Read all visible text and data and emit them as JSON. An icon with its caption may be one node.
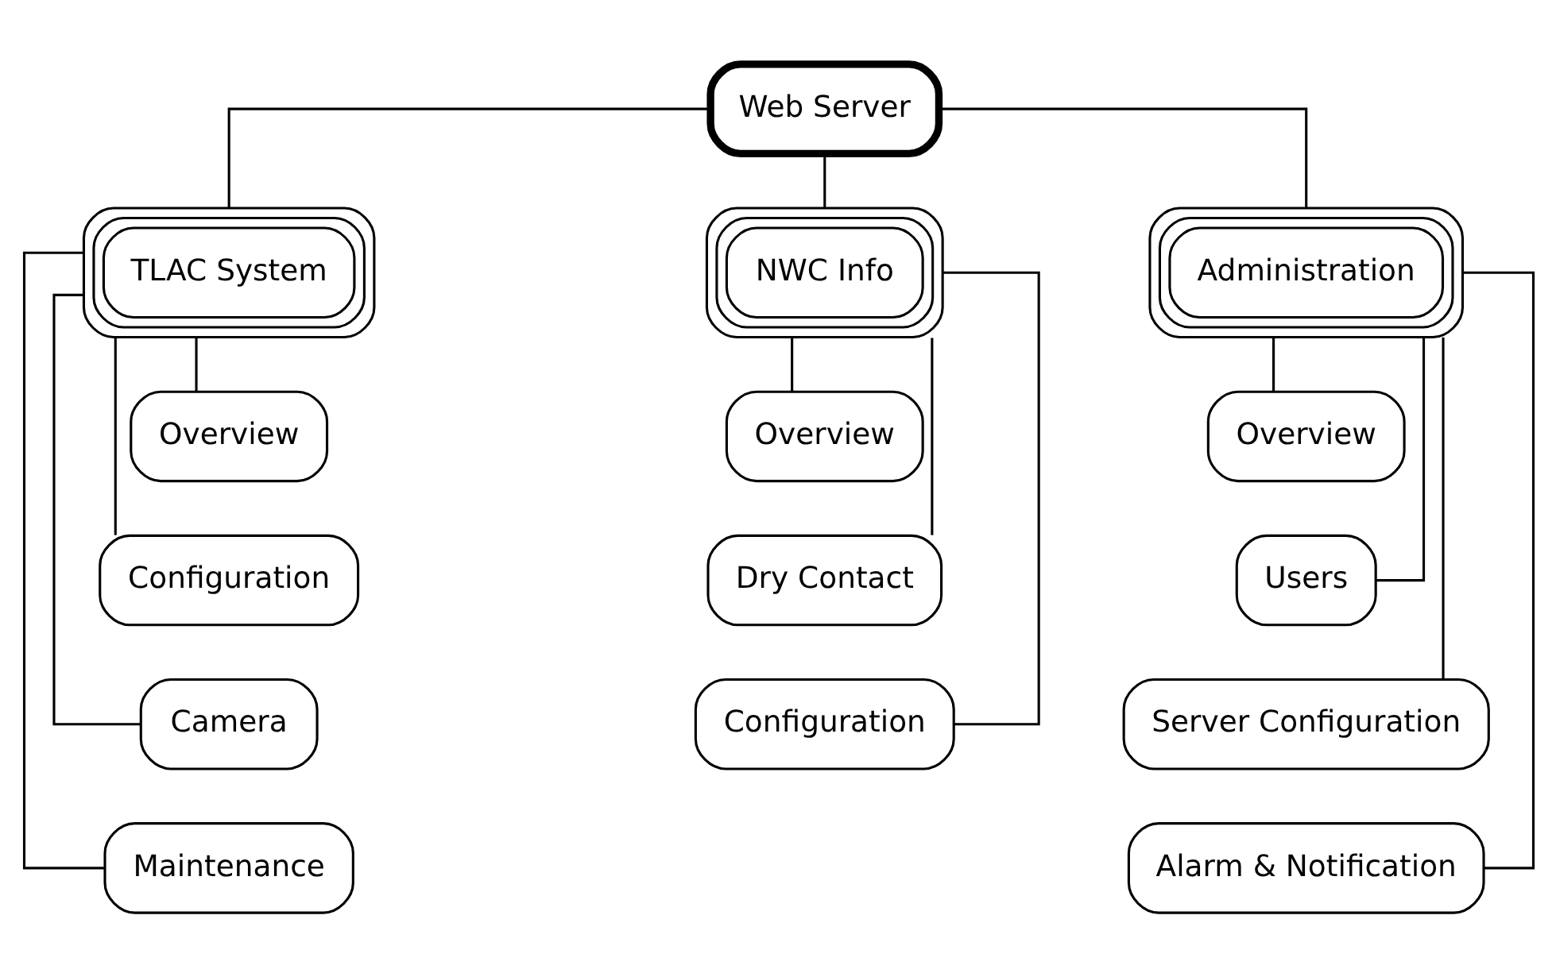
{
  "diagram": {
    "nodes": [
      {
        "text": [
          "Web Server"
        ]
      },
      {
        "text": [
          "TLAC System"
        ]
      },
      {
        "text": [
          "Overview"
        ]
      },
      {
        "text": [
          "Configuration"
        ]
      },
      {
        "text": [
          "Camera"
        ]
      },
      {
        "text": [
          "Maintenance"
        ]
      },
      {
        "text": [
          "NWC Info"
        ]
      },
      {
        "text": [
          "Overview"
        ]
      },
      {
        "text": [
          "Dry Contact"
        ]
      },
      {
        "text": [
          "Configuration"
        ]
      },
      {
        "text": [
          "Administration"
        ]
      },
      {
        "text": [
          "Overview"
        ]
      },
      {
        "text": [
          "Users"
        ]
      },
      {
        "text": [
          "Server Configuration"
        ]
      },
      {
        "text": [
          "Alarm & Notification"
        ]
      }
    ],
    "edges": [
      {
        "from": 0,
        "to": 1,
        "arrow": "none"
      },
      {
        "from": 0,
        "to": 6,
        "arrow": "none"
      },
      {
        "from": 0,
        "to": 10,
        "arrow": "none"
      },
      {
        "from": 1,
        "to": 2,
        "arrow": "none"
      },
      {
        "from": 1,
        "to": 3,
        "arrow": "none"
      },
      {
        "from": 1,
        "to": 4,
        "arrow": "none"
      },
      {
        "from": 1,
        "to": 5,
        "arrow": "none"
      },
      {
        "from": 6,
        "to": 7,
        "arrow": "none"
      },
      {
        "from": 6,
        "to": 8,
        "arrow": "none"
      },
      {
        "from": 6,
        "to": 9,
        "arrow": "none"
      },
      {
        "from": 10,
        "to": 11,
        "arrow": "none"
      },
      {
        "from": 10,
        "to": 12,
        "arrow": "none"
      },
      {
        "from": 10,
        "to": 13,
        "arrow": "none"
      },
      {
        "from": 10,
        "to": 14,
        "arrow": "none"
      }
    ]
  }
}
